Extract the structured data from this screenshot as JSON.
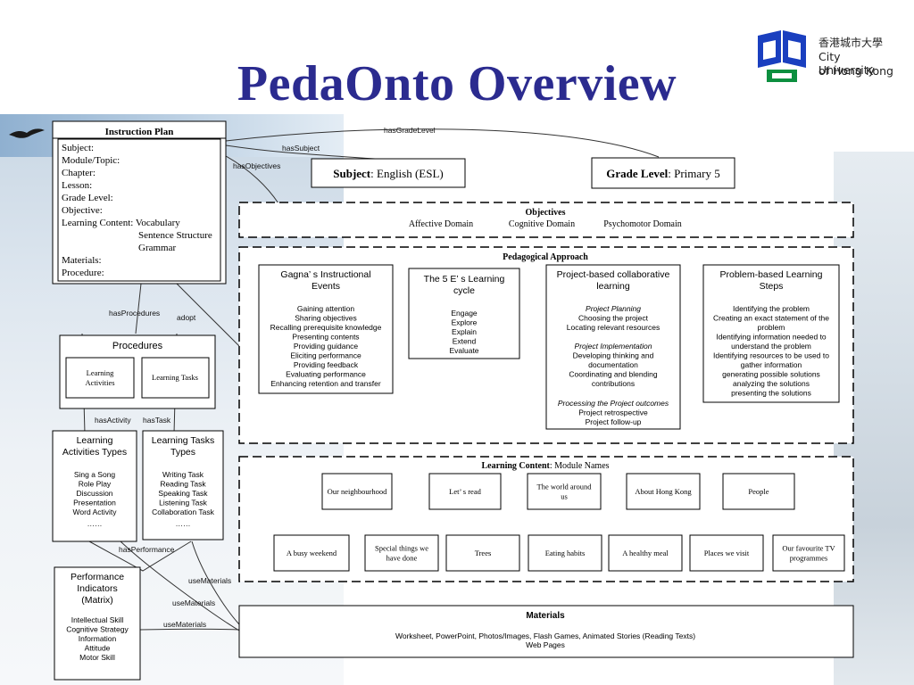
{
  "title": "PedaOnto Overview",
  "logo": {
    "chinese": "香港城市大學",
    "line1": "City University",
    "line2": "of Hong Kong"
  },
  "instruction_plan": {
    "header": "Instruction Plan",
    "fields": [
      "Subject:",
      "Module/Topic:",
      "Chapter:",
      "Lesson:",
      "Grade Level:",
      "Objective:",
      "Learning Content: Vocabulary",
      "Sentence Structure",
      "Grammar",
      "Materials:",
      "Procedure:"
    ]
  },
  "edges": {
    "has_grade_level": "hasGradeLevel",
    "has_subject": "hasSubject",
    "has_objectives": "hasObjectives",
    "has_procedures": "hasProcedures",
    "adopt": "adopt",
    "has_activity": "hasActivity",
    "has_task": "hasTask",
    "has_performance": "hasPerformance",
    "use_materials_1": "useMaterials",
    "use_materials_2": "useMaterials",
    "use_materials_3": "useMaterials"
  },
  "subject": {
    "label": "Subject",
    "value": ": English  (ESL)"
  },
  "grade_level": {
    "label": "Grade Level",
    "value": ": Primary 5"
  },
  "objectives": {
    "header": "Objectives",
    "domains": [
      "Affective Domain",
      "Cognitive Domain",
      "Psychomotor Domain"
    ]
  },
  "pedagogical_approach": {
    "header": "Pedagogical Approach",
    "gagne": {
      "title": [
        "Gagna’ s Instructional",
        "Events"
      ],
      "items": [
        "Gaining attention",
        "Sharing objectives",
        "Recalling prerequisite knowledge",
        "Presenting contents",
        "Providing guidance",
        "Eliciting performance",
        "Providing feedback",
        "Evaluating performance",
        "Enhancing retention and transfer"
      ]
    },
    "five_e": {
      "title": [
        "The 5 E’ s Learning",
        "cycle"
      ],
      "items": [
        "Engage",
        "Explore",
        "Explain",
        "Extend",
        "Evaluate"
      ]
    },
    "project": {
      "title": [
        "Project-based collaborative",
        "learning"
      ],
      "lines": [
        {
          "t": "Project Planning",
          "i": true
        },
        {
          "t": "Choosing the project",
          "i": false
        },
        {
          "t": "Locating relevant resources",
          "i": false
        },
        {
          "t": "Project Implementation",
          "i": true
        },
        {
          "t": "Developing thinking and",
          "i": false
        },
        {
          "t": "documentation",
          "i": false
        },
        {
          "t": "Coordinating and blending",
          "i": false
        },
        {
          "t": "contributions",
          "i": false
        },
        {
          "t": "Processing the Project outcomes",
          "i": true
        },
        {
          "t": "Project retrospective",
          "i": false
        },
        {
          "t": "Project follow-up",
          "i": false
        }
      ]
    },
    "problem": {
      "title": [
        "Problem-based Learning",
        "Steps"
      ],
      "items": [
        "Identifying the problem",
        "Creating an exact statement of the",
        "problem",
        "Identifying information needed to",
        "understand the problem",
        "Identifying resources to be used to",
        "gather information",
        "generating possible solutions",
        "analyzing the solutions",
        "presenting the solutions"
      ]
    }
  },
  "procedures": {
    "header": "Procedures",
    "learning_activities": [
      "Learning",
      "Activities"
    ],
    "learning_tasks": "Learning Tasks"
  },
  "activity_types": {
    "title": [
      "Learning",
      "Activities Types"
    ],
    "items": [
      "Sing a Song",
      "Role Play",
      "Discussion",
      "Presentation",
      "Word Activity",
      "……"
    ]
  },
  "task_types": {
    "title": [
      "Learning Tasks",
      "Types"
    ],
    "items": [
      "Writing Task",
      "Reading Task",
      "Speaking Task",
      "Listening Task",
      "Collaboration Task",
      "……"
    ]
  },
  "performance": {
    "title": [
      "Performance",
      "Indicators",
      "(Matrix)"
    ],
    "items": [
      "Intellectual Skill",
      "Cognitive Strategy",
      "Information",
      "Attitude",
      "Motor Skill"
    ]
  },
  "learning_content": {
    "header_bold": "Learning Content",
    "header_rest": ": Module Names",
    "row1": [
      [
        "Our neighbourhood"
      ],
      [
        "Let’ s read"
      ],
      [
        "The world around",
        "us"
      ],
      [
        "About Hong Kong"
      ],
      [
        "People"
      ]
    ],
    "row2": [
      [
        "A busy weekend"
      ],
      [
        "Special things we",
        "have done"
      ],
      [
        "Trees"
      ],
      [
        "Eating habits"
      ],
      [
        "A healthy meal"
      ],
      [
        "Places we visit"
      ],
      [
        "Our favourite TV",
        "programmes"
      ]
    ]
  },
  "materials": {
    "header": "Materials",
    "line1": "Worksheet, PowerPoint, Photos/Images, Flash Games, Animated Stories (Reading Texts)",
    "line2": "Web Pages"
  }
}
